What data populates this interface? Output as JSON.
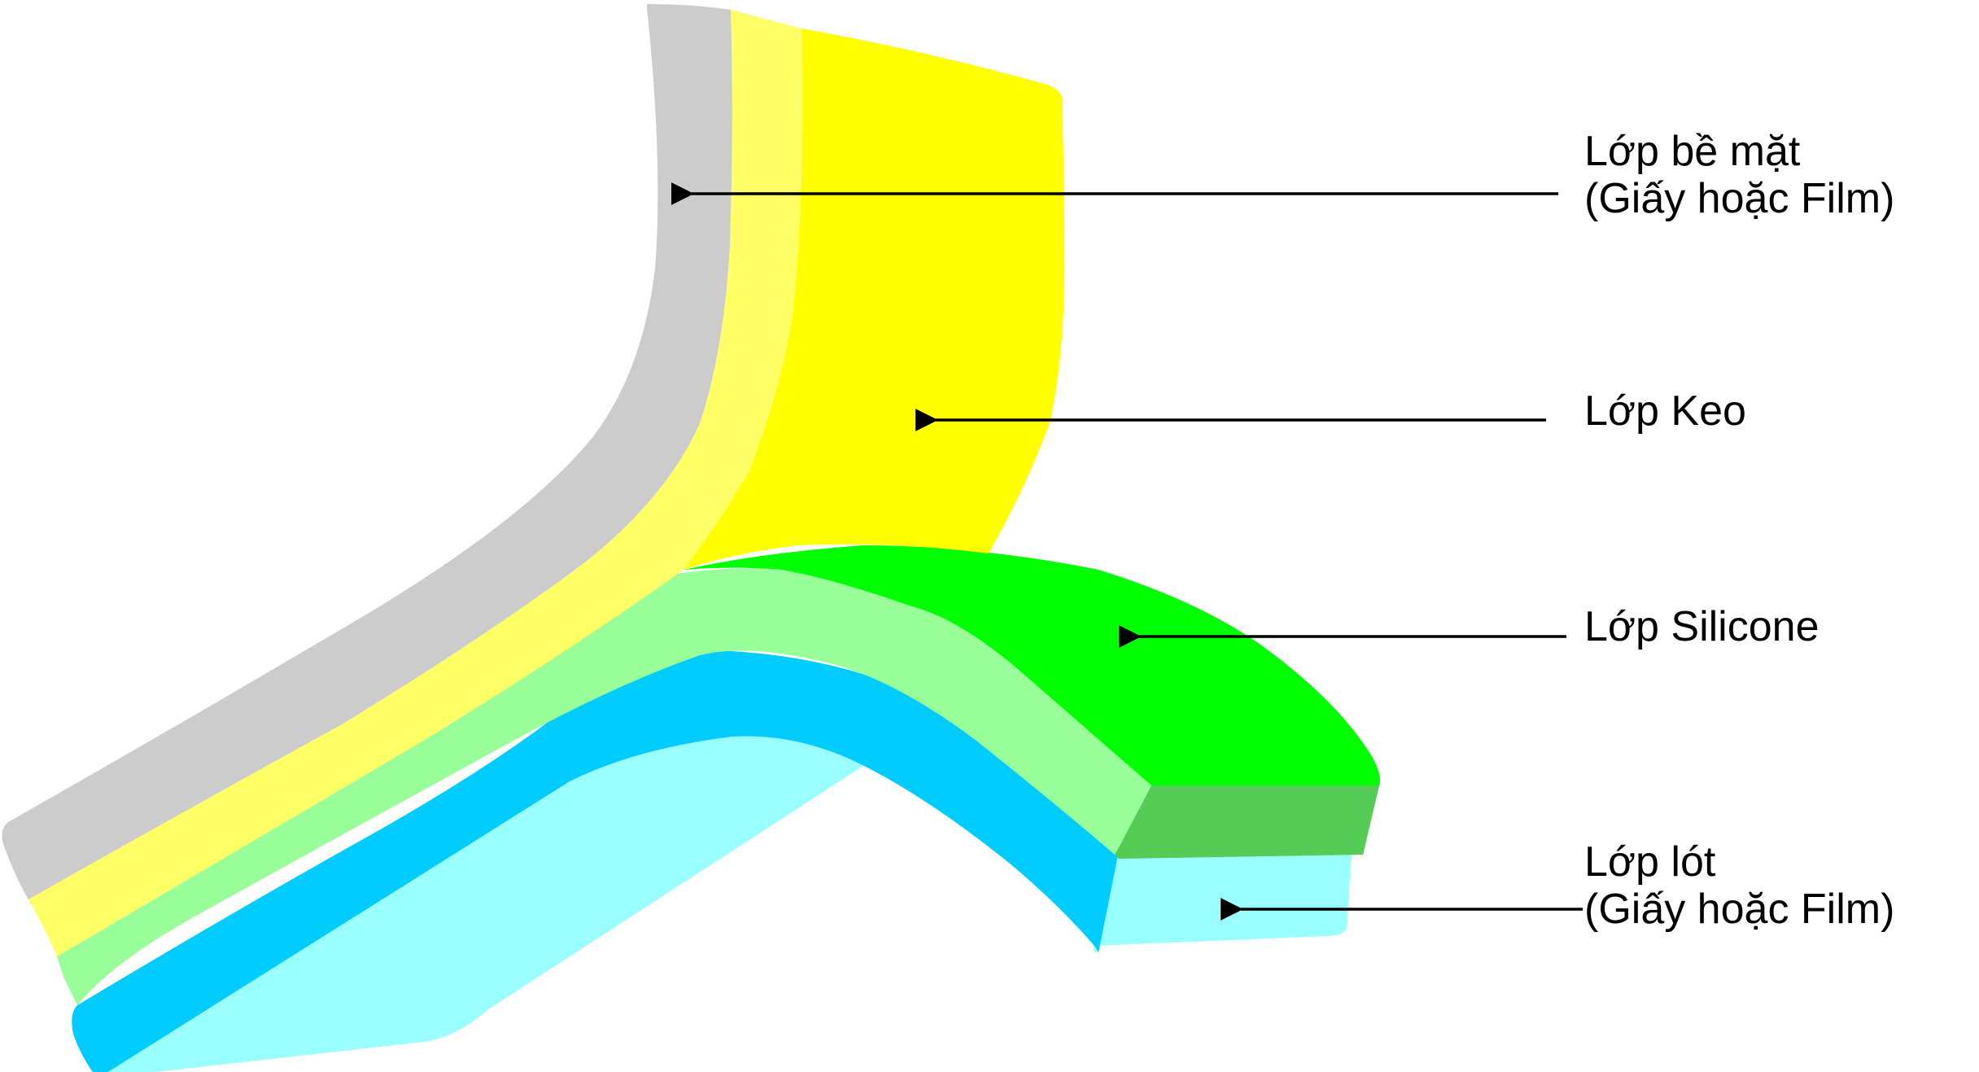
{
  "labels": {
    "surface": {
      "line1": "Lớp bề mặt",
      "line2": "(Giấy hoặc Film)"
    },
    "adhesive": {
      "line1": "Lớp Keo"
    },
    "silicone": {
      "line1": "Lớp Silicone"
    },
    "liner": {
      "line1": "Lớp lót",
      "line2": "(Giấy hoặc Film)"
    }
  },
  "colors": {
    "surface_edge": "#cccccc",
    "adhesive_edge": "#ffff66",
    "adhesive_face": "#ffff00",
    "silicone_edge": "#99ff99",
    "silicone_face": "#00ff00",
    "silicone_end": "#55cc55",
    "liner_edge": "#00ccff",
    "liner_face": "#99ffff",
    "arrow": "#000000"
  }
}
